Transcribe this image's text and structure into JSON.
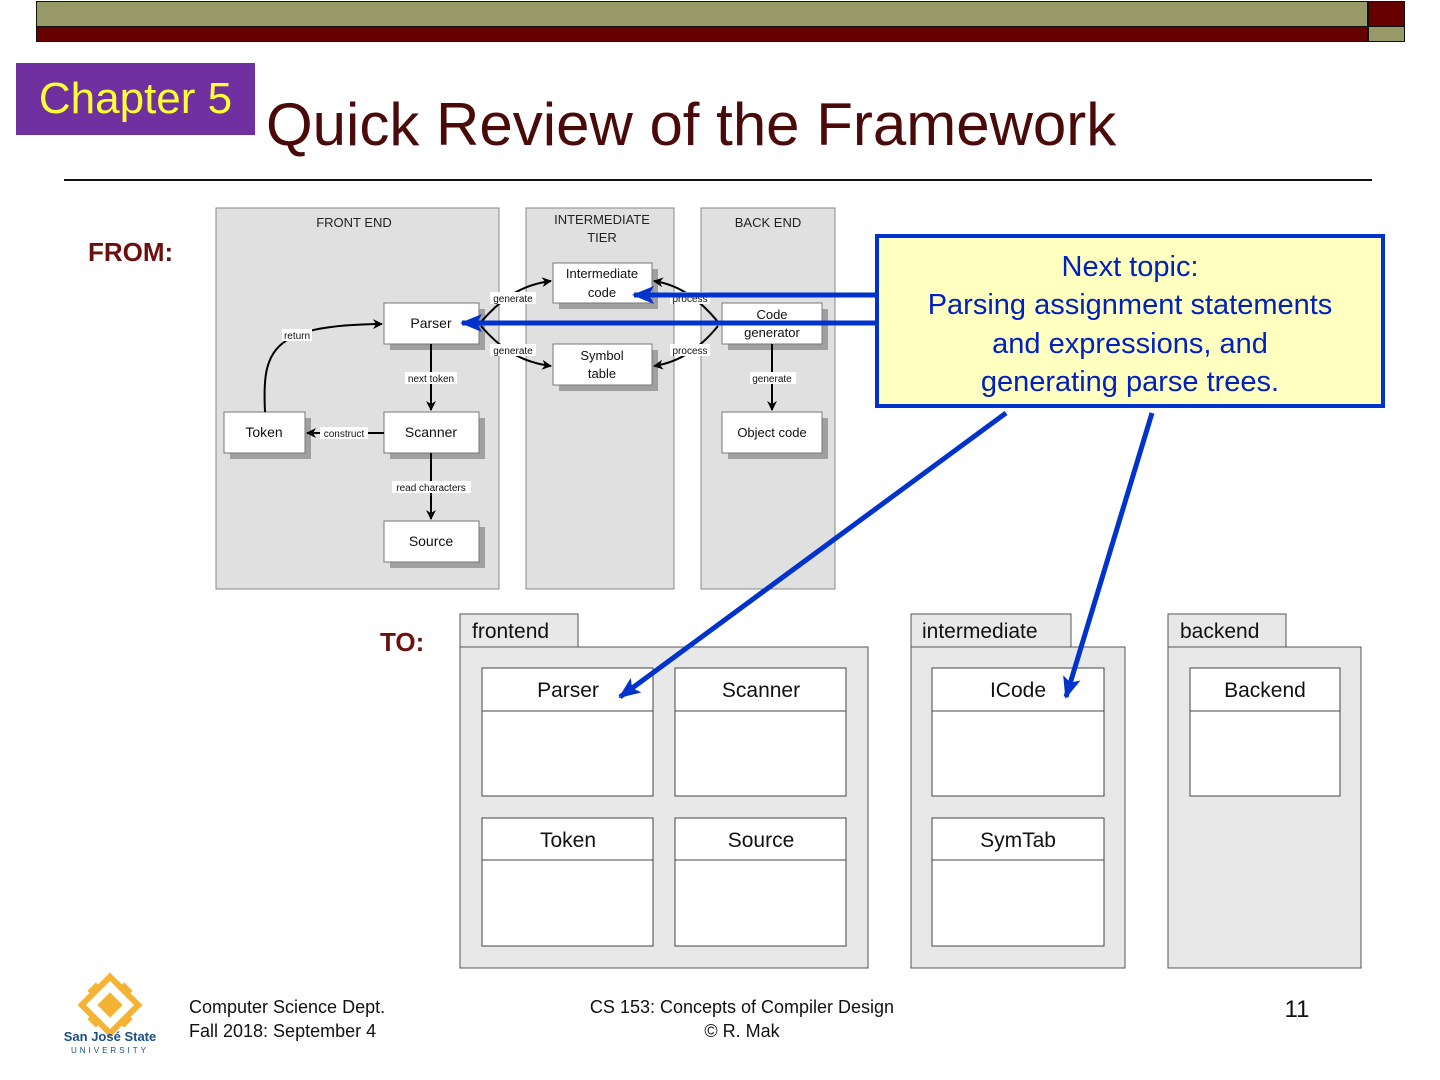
{
  "header": {
    "chapter": "Chapter 5",
    "title": "Quick Review of the Framework"
  },
  "colors": {
    "olive": "#979966",
    "maroon": "#660000",
    "chapter_bg": "#7030a0",
    "chapter_text": "#ffff33",
    "callout_bg": "#ffffc0",
    "callout_blue": "#0033cc"
  },
  "from_label": "FROM:",
  "to_label": "TO:",
  "from_diagram": {
    "tiers": [
      "FRONT END",
      "INTERMEDIATE",
      "TIER",
      "BACK END"
    ],
    "boxes": {
      "parser": "Parser",
      "token": "Token",
      "scanner": "Scanner",
      "source": "Source",
      "icode1": "Intermediate",
      "icode2": "code",
      "symtab1": "Symbol",
      "symtab2": "table",
      "codegen1": "Code",
      "codegen2": "generator",
      "objcode": "Object code"
    },
    "edges": {
      "return": "return",
      "next_token": "next token",
      "construct": "construct",
      "read_characters": "read characters",
      "generate_icode": "generate",
      "generate_symtab": "generate",
      "process_icode": "process",
      "process_symtab": "process",
      "generate_obj": "generate"
    }
  },
  "callout": {
    "lines": [
      "Next topic:",
      "Parsing assignment statements",
      "and expressions, and",
      "generating parse trees."
    ]
  },
  "to_diagram": {
    "packages": [
      "frontend",
      "intermediate",
      "backend"
    ],
    "classes": [
      "Parser",
      "Scanner",
      "Token",
      "Source",
      "ICode",
      "SymTab",
      "Backend"
    ]
  },
  "footer": {
    "dept": "Computer Science Dept.",
    "term": "Fall 2018: September 4",
    "course": "CS 153: Concepts of Compiler Design",
    "author": "© R. Mak",
    "page": "11",
    "logo_text": "San José State UNIVERSITY"
  }
}
